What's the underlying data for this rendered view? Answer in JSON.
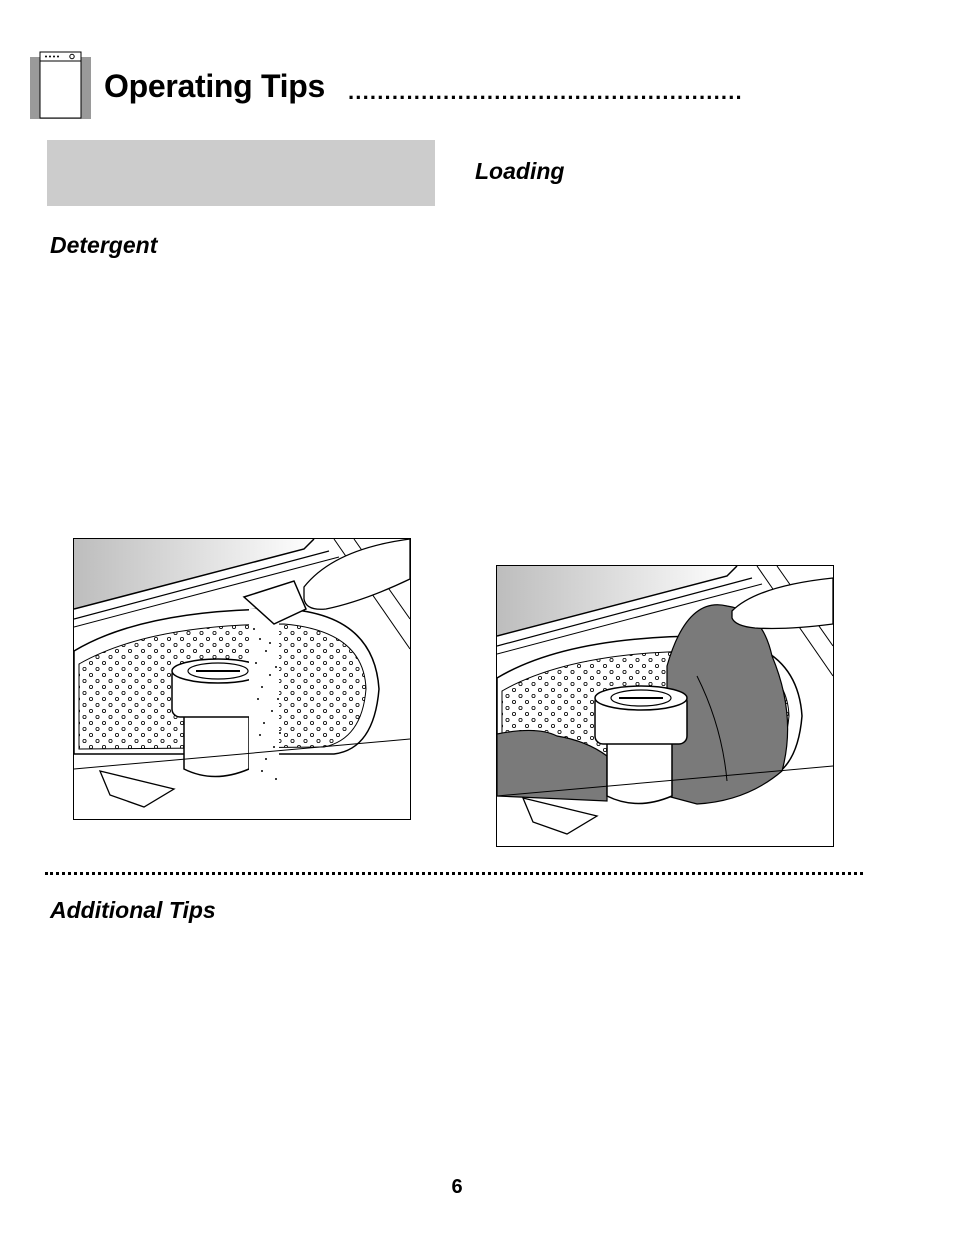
{
  "header": {
    "title": "Operating Tips",
    "leader": "......................................................"
  },
  "sections": {
    "loading": {
      "heading": "Loading"
    },
    "detergent": {
      "heading": "Detergent"
    },
    "additional_tips": {
      "heading": "Additional Tips"
    }
  },
  "figures": {
    "detergent": {
      "icon": "pouring-detergent-into-washer-illustration"
    },
    "loading": {
      "icon": "loading-clothes-into-washer-illustration"
    }
  },
  "icons": {
    "header": "washer-icon"
  },
  "colors": {
    "gray_box": "#cccccc",
    "clothes": "#7a7a7a"
  },
  "footer": {
    "page_number": "6"
  }
}
